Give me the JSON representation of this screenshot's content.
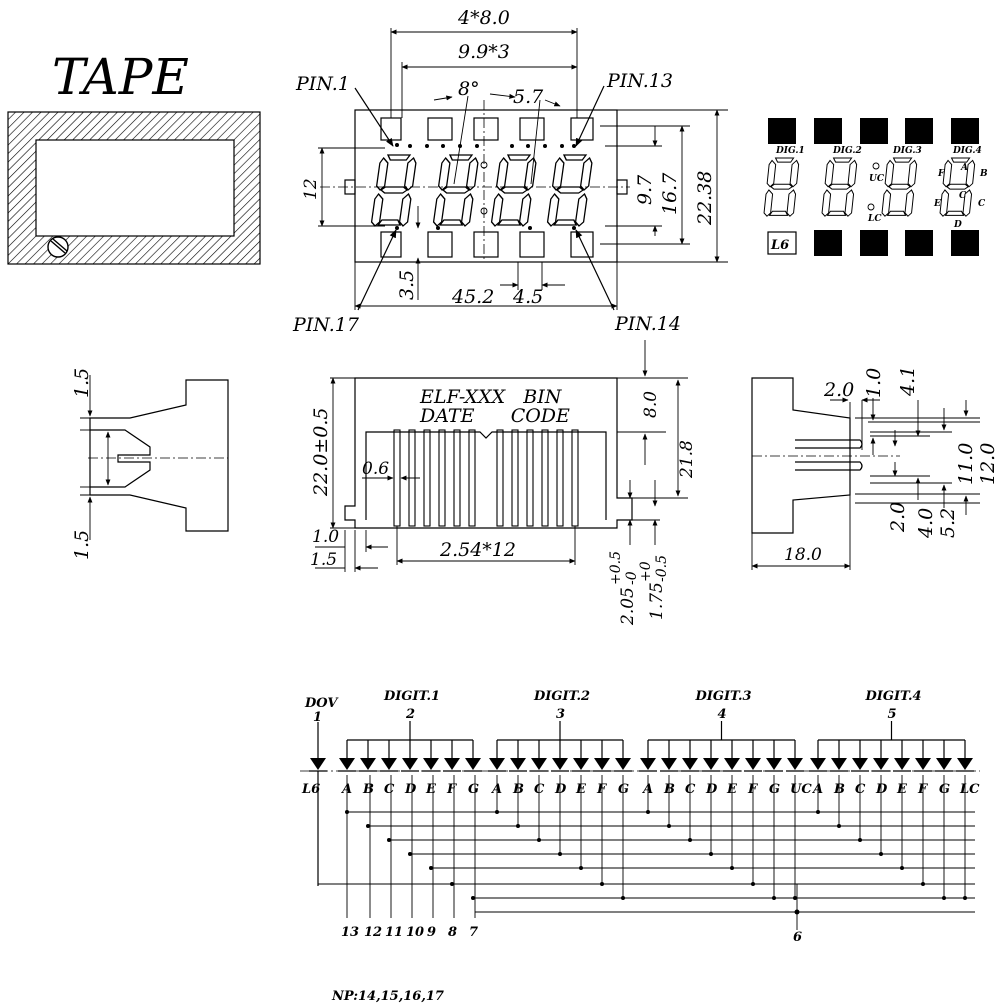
{
  "tape": {
    "title": "TAPE"
  },
  "front": {
    "pin1": "PIN.1",
    "pin13": "PIN.13",
    "pin17": "PIN.17",
    "pin14": "PIN.14",
    "dim_4x8": "4*8.0",
    "dim_99x3": "9.9*3",
    "dim_8deg": "8°",
    "dim_57": "5.7",
    "dim_12": "12",
    "dim_97": "9.7",
    "dim_167": "16.7",
    "dim_2238": "22.38",
    "dim_35": "3.5",
    "dim_452": "45.2",
    "dim_45": "4.5"
  },
  "segment_map": {
    "dig1": "DIG.1",
    "dig2": "DIG.2",
    "dig3": "DIG.3",
    "dig4": "DIG.4",
    "uc": "UC",
    "lc": "LC",
    "l6": "L6",
    "seg_a": "A",
    "seg_b": "B",
    "seg_c": "C",
    "seg_d": "D",
    "seg_e": "E",
    "seg_f": "F"
  },
  "left_side": {
    "dim_top": "1.5",
    "dim_bottom": "1.5"
  },
  "bottom_view": {
    "label_line1": "ELF-XXX   BIN",
    "label_line2": "DATE      CODE",
    "dim_22": "22.0±0.5",
    "dim_06": "0.6",
    "dim_10": "1.0",
    "dim_15": "1.5",
    "dim_254x12": "2.54*12",
    "dim_80": "8.0",
    "dim_218": "21.8",
    "dim_205": "2.05",
    "dim_205_tol_top": "+0.5",
    "dim_205_tol_bot": "-0",
    "dim_175": "1.75",
    "dim_175_tol_top": "+0",
    "dim_175_tol_bot": "-0.5"
  },
  "right_side": {
    "dim_20a": "2.0",
    "dim_10": "1.0",
    "dim_41": "4.1",
    "dim_110": "11.0",
    "dim_120": "12.0",
    "dim_20b": "2.0",
    "dim_40": "4.0",
    "dim_52": "5.2",
    "dim_180": "18.0"
  },
  "schematic": {
    "dov": "DOV",
    "dov_pin": "1",
    "l6": "L6",
    "groups": [
      {
        "name": "DIGIT.1",
        "pin": "2",
        "labels": [
          "A",
          "B",
          "C",
          "D",
          "E",
          "F",
          "G"
        ]
      },
      {
        "name": "DIGIT.2",
        "pin": "3",
        "labels": [
          "A",
          "B",
          "C",
          "D",
          "E",
          "F",
          "G"
        ]
      },
      {
        "name": "DIGIT.3",
        "pin": "4",
        "labels": [
          "A",
          "B",
          "C",
          "D",
          "E",
          "F",
          "G",
          "UC"
        ]
      },
      {
        "name": "DIGIT.4",
        "pin": "5",
        "labels": [
          "A",
          "B",
          "C",
          "D",
          "E",
          "F",
          "G",
          "LC"
        ]
      }
    ],
    "bottom_pins": [
      "13",
      "12",
      "11",
      "10",
      "9",
      "8",
      "7"
    ],
    "pin6": "6",
    "np_note": "NP:14,15,16,17"
  }
}
